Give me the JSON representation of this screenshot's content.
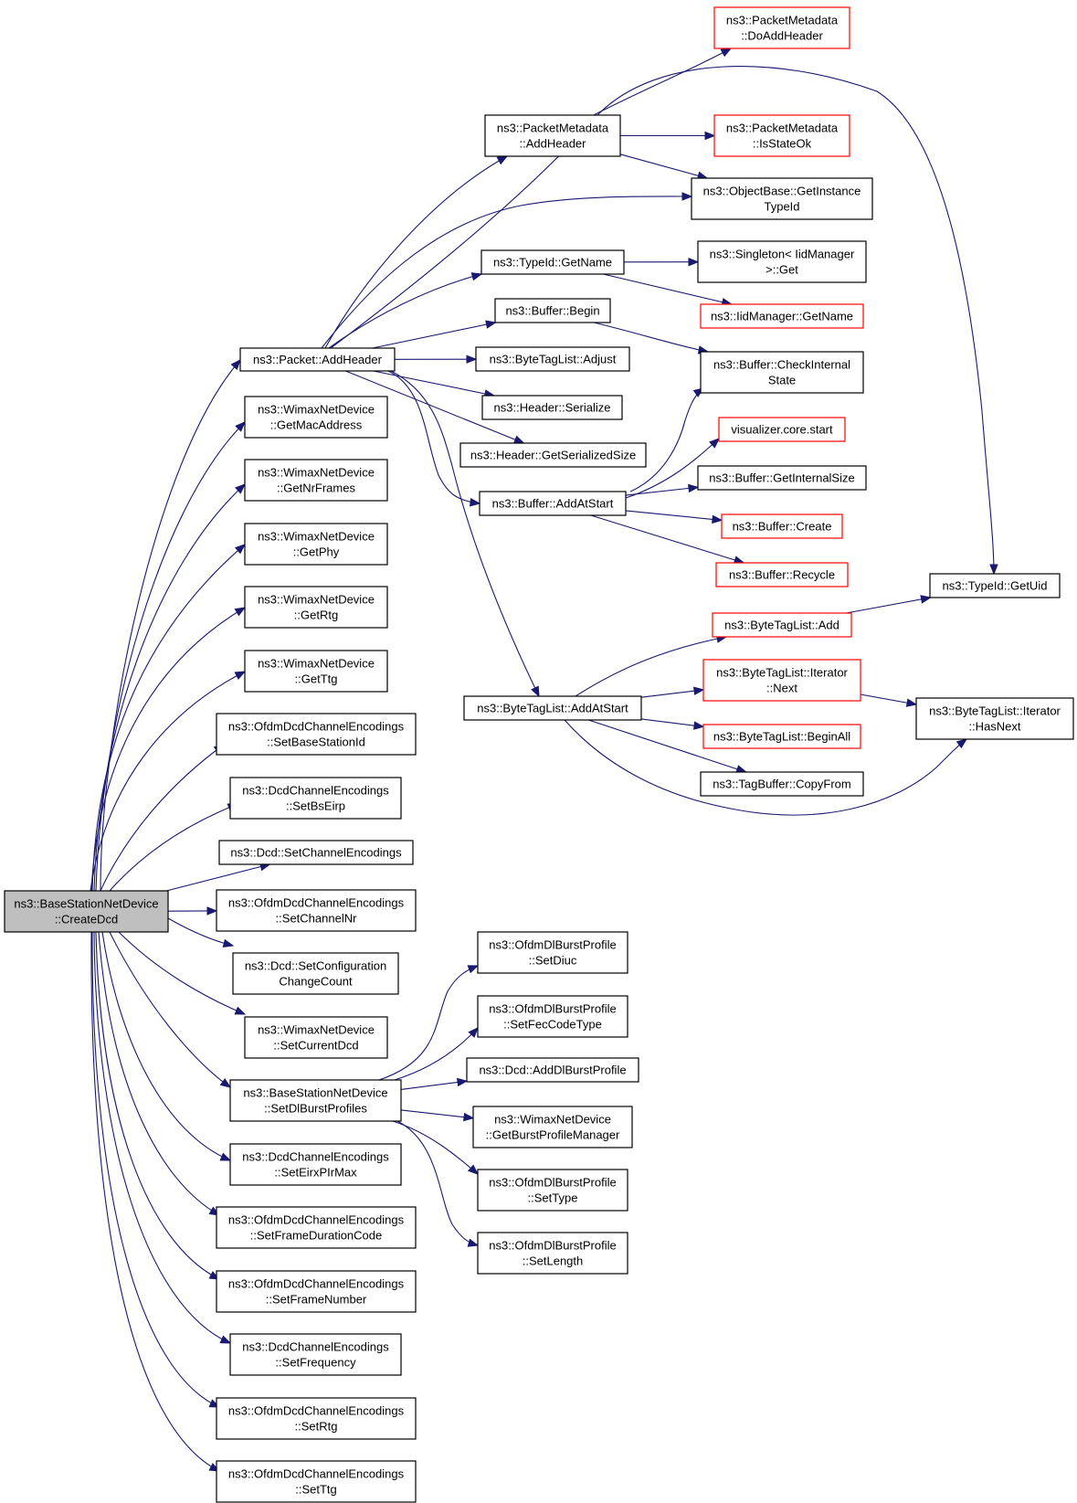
{
  "colors": {
    "edge": "#191970",
    "border_normal": "#000000",
    "border_truncated": "#ff0000",
    "fill_root": "#bfbfbf",
    "fill_normal": "#ffffff"
  },
  "nodes": [
    {
      "id": "root",
      "lines": [
        "ns3::BaseStationNetDevice",
        "::CreateDcd"
      ],
      "root": true
    },
    {
      "id": "pkt_addheader",
      "lines": [
        "ns3::Packet::AddHeader"
      ]
    },
    {
      "id": "wmx_getmac",
      "lines": [
        "ns3::WimaxNetDevice",
        "::GetMacAddress"
      ]
    },
    {
      "id": "wmx_getnrframes",
      "lines": [
        "ns3::WimaxNetDevice",
        "::GetNrFrames"
      ]
    },
    {
      "id": "wmx_getphy",
      "lines": [
        "ns3::WimaxNetDevice",
        "::GetPhy"
      ]
    },
    {
      "id": "wmx_getrtg",
      "lines": [
        "ns3::WimaxNetDevice",
        "::GetRtg"
      ]
    },
    {
      "id": "wmx_getttg",
      "lines": [
        "ns3::WimaxNetDevice",
        "::GetTtg"
      ]
    },
    {
      "id": "ofdm_setbsid",
      "lines": [
        "ns3::OfdmDcdChannelEncodings",
        "::SetBaseStationId"
      ]
    },
    {
      "id": "dcd_setbseirp",
      "lines": [
        "ns3::DcdChannelEncodings",
        "::SetBsEirp"
      ]
    },
    {
      "id": "dcd_setchenc",
      "lines": [
        "ns3::Dcd::SetChannelEncodings"
      ]
    },
    {
      "id": "ofdm_setchnr",
      "lines": [
        "ns3::OfdmDcdChannelEncodings",
        "::SetChannelNr"
      ]
    },
    {
      "id": "dcd_setconfchg",
      "lines": [
        "ns3::Dcd::SetConfiguration",
        "ChangeCount"
      ]
    },
    {
      "id": "wmx_setcurdcd",
      "lines": [
        "ns3::WimaxNetDevice",
        "::SetCurrentDcd"
      ]
    },
    {
      "id": "bs_setdlbp",
      "lines": [
        "ns3::BaseStationNetDevice",
        "::SetDlBurstProfiles"
      ]
    },
    {
      "id": "dcd_seteirx",
      "lines": [
        "ns3::DcdChannelEncodings",
        "::SetEirxPIrMax"
      ]
    },
    {
      "id": "ofdm_setfdc",
      "lines": [
        "ns3::OfdmDcdChannelEncodings",
        "::SetFrameDurationCode"
      ]
    },
    {
      "id": "ofdm_setfn",
      "lines": [
        "ns3::OfdmDcdChannelEncodings",
        "::SetFrameNumber"
      ]
    },
    {
      "id": "dcd_setfreq",
      "lines": [
        "ns3::DcdChannelEncodings",
        "::SetFrequency"
      ]
    },
    {
      "id": "ofdm_setrtg",
      "lines": [
        "ns3::OfdmDcdChannelEncodings",
        "::SetRtg"
      ]
    },
    {
      "id": "ofdm_setttg",
      "lines": [
        "ns3::OfdmDcdChannelEncodings",
        "::SetTtg"
      ]
    },
    {
      "id": "pm_addheader",
      "lines": [
        "ns3::PacketMetadata",
        "::AddHeader"
      ]
    },
    {
      "id": "tid_getname",
      "lines": [
        "ns3::TypeId::GetName"
      ]
    },
    {
      "id": "buf_begin",
      "lines": [
        "ns3::Buffer::Begin"
      ]
    },
    {
      "id": "btl_adjust",
      "lines": [
        "ns3::ByteTagList::Adjust"
      ]
    },
    {
      "id": "hdr_serialize",
      "lines": [
        "ns3::Header::Serialize"
      ]
    },
    {
      "id": "hdr_getsersize",
      "lines": [
        "ns3::Header::GetSerializedSize"
      ]
    },
    {
      "id": "buf_addatstart",
      "lines": [
        "ns3::Buffer::AddAtStart"
      ]
    },
    {
      "id": "btl_addatstart",
      "lines": [
        "ns3::ByteTagList::AddAtStart"
      ]
    },
    {
      "id": "pm_doaddheader",
      "lines": [
        "ns3::PacketMetadata",
        "::DoAddHeader"
      ],
      "truncated": true
    },
    {
      "id": "pm_isstateok",
      "lines": [
        "ns3::PacketMetadata",
        "::IsStateOk"
      ],
      "truncated": true
    },
    {
      "id": "ob_getinstance",
      "lines": [
        "ns3::ObjectBase::GetInstance",
        "TypeId"
      ]
    },
    {
      "id": "singleton_get",
      "lines": [
        "ns3::Singleton< IidManager",
        ">::Get"
      ]
    },
    {
      "id": "iid_getname",
      "lines": [
        "ns3::IidManager::GetName"
      ],
      "truncated": true
    },
    {
      "id": "buf_checkstate",
      "lines": [
        "ns3::Buffer::CheckInternal",
        "State"
      ]
    },
    {
      "id": "vis_start",
      "lines": [
        "visualizer.core.start"
      ],
      "truncated": true
    },
    {
      "id": "buf_getintsize",
      "lines": [
        "ns3::Buffer::GetInternalSize"
      ]
    },
    {
      "id": "buf_create",
      "lines": [
        "ns3::Buffer::Create"
      ],
      "truncated": true
    },
    {
      "id": "buf_recycle",
      "lines": [
        "ns3::Buffer::Recycle"
      ],
      "truncated": true
    },
    {
      "id": "btl_add",
      "lines": [
        "ns3::ByteTagList::Add"
      ],
      "truncated": true
    },
    {
      "id": "btl_it_next",
      "lines": [
        "ns3::ByteTagList::Iterator",
        "::Next"
      ],
      "truncated": true
    },
    {
      "id": "btl_beginall",
      "lines": [
        "ns3::ByteTagList::BeginAll"
      ],
      "truncated": true
    },
    {
      "id": "tb_copyfrom",
      "lines": [
        "ns3::TagBuffer::CopyFrom"
      ]
    },
    {
      "id": "tid_getuid",
      "lines": [
        "ns3::TypeId::GetUid"
      ]
    },
    {
      "id": "btl_it_hasnext",
      "lines": [
        "ns3::ByteTagList::Iterator",
        "::HasNext"
      ]
    },
    {
      "id": "ofdmdl_setdiuc",
      "lines": [
        "ns3::OfdmDlBurstProfile",
        "::SetDiuc"
      ]
    },
    {
      "id": "ofdmdl_setfec",
      "lines": [
        "ns3::OfdmDlBurstProfile",
        "::SetFecCodeType"
      ]
    },
    {
      "id": "dcd_adddlbp",
      "lines": [
        "ns3::Dcd::AddDlBurstProfile"
      ]
    },
    {
      "id": "wmx_getbpm",
      "lines": [
        "ns3::WimaxNetDevice",
        "::GetBurstProfileManager"
      ]
    },
    {
      "id": "ofdmdl_settype",
      "lines": [
        "ns3::OfdmDlBurstProfile",
        "::SetType"
      ]
    },
    {
      "id": "ofdmdl_setlength",
      "lines": [
        "ns3::OfdmDlBurstProfile",
        "::SetLength"
      ]
    }
  ],
  "edges": [
    [
      "root",
      "pkt_addheader"
    ],
    [
      "root",
      "wmx_getmac"
    ],
    [
      "root",
      "wmx_getnrframes"
    ],
    [
      "root",
      "wmx_getphy"
    ],
    [
      "root",
      "wmx_getrtg"
    ],
    [
      "root",
      "wmx_getttg"
    ],
    [
      "root",
      "ofdm_setbsid"
    ],
    [
      "root",
      "dcd_setbseirp"
    ],
    [
      "root",
      "dcd_setchenc"
    ],
    [
      "root",
      "ofdm_setchnr"
    ],
    [
      "root",
      "dcd_setconfchg"
    ],
    [
      "root",
      "wmx_setcurdcd"
    ],
    [
      "root",
      "bs_setdlbp"
    ],
    [
      "root",
      "dcd_seteirx"
    ],
    [
      "root",
      "ofdm_setfdc"
    ],
    [
      "root",
      "ofdm_setfn"
    ],
    [
      "root",
      "dcd_setfreq"
    ],
    [
      "root",
      "ofdm_setrtg"
    ],
    [
      "root",
      "ofdm_setttg"
    ],
    [
      "pkt_addheader",
      "pm_addheader"
    ],
    [
      "pkt_addheader",
      "ob_getinstance"
    ],
    [
      "pkt_addheader",
      "tid_getname"
    ],
    [
      "pkt_addheader",
      "buf_begin"
    ],
    [
      "pkt_addheader",
      "btl_adjust"
    ],
    [
      "pkt_addheader",
      "hdr_serialize"
    ],
    [
      "pkt_addheader",
      "hdr_getsersize"
    ],
    [
      "pkt_addheader",
      "buf_addatstart"
    ],
    [
      "pkt_addheader",
      "btl_addatstart"
    ],
    [
      "pkt_addheader",
      "tid_getuid"
    ],
    [
      "pm_addheader",
      "pm_doaddheader"
    ],
    [
      "pm_addheader",
      "pm_isstateok"
    ],
    [
      "pm_addheader",
      "ob_getinstance"
    ],
    [
      "tid_getname",
      "singleton_get"
    ],
    [
      "tid_getname",
      "iid_getname"
    ],
    [
      "buf_begin",
      "buf_checkstate"
    ],
    [
      "buf_addatstart",
      "buf_checkstate"
    ],
    [
      "buf_addatstart",
      "vis_start"
    ],
    [
      "buf_addatstart",
      "buf_getintsize"
    ],
    [
      "buf_addatstart",
      "buf_create"
    ],
    [
      "buf_addatstart",
      "buf_recycle"
    ],
    [
      "btl_addatstart",
      "btl_add"
    ],
    [
      "btl_addatstart",
      "btl_it_next"
    ],
    [
      "btl_addatstart",
      "btl_beginall"
    ],
    [
      "btl_addatstart",
      "tb_copyfrom"
    ],
    [
      "btl_addatstart",
      "btl_it_hasnext"
    ],
    [
      "btl_add",
      "tid_getuid"
    ],
    [
      "btl_it_next",
      "btl_it_hasnext"
    ],
    [
      "bs_setdlbp",
      "ofdmdl_setdiuc"
    ],
    [
      "bs_setdlbp",
      "ofdmdl_setfec"
    ],
    [
      "bs_setdlbp",
      "dcd_adddlbp"
    ],
    [
      "bs_setdlbp",
      "wmx_getbpm"
    ],
    [
      "bs_setdlbp",
      "ofdmdl_settype"
    ],
    [
      "bs_setdlbp",
      "ofdmdl_setlength"
    ]
  ]
}
